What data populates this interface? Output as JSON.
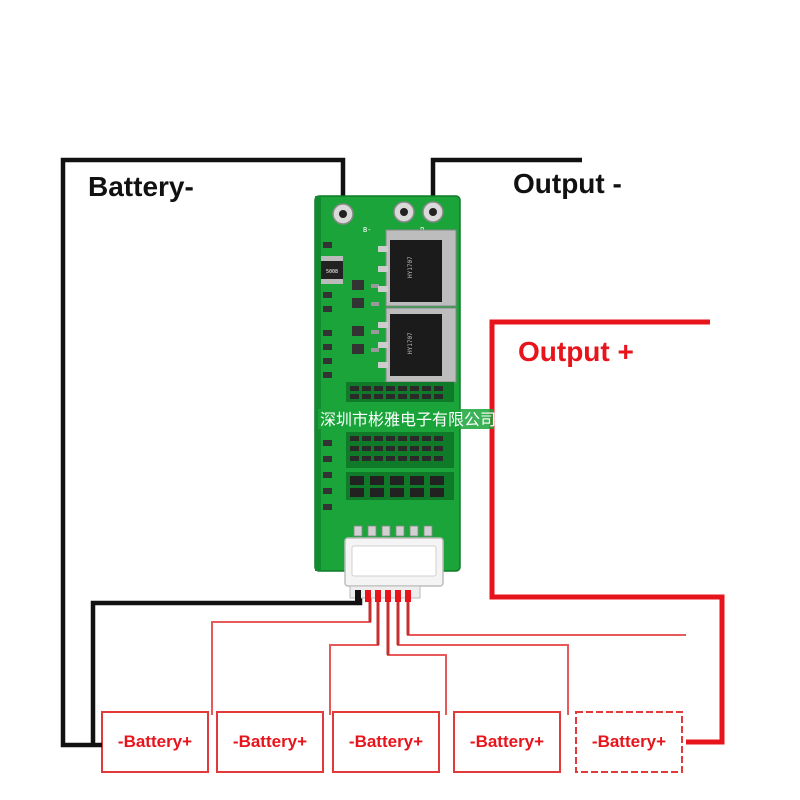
{
  "labels": {
    "battery_neg": "Battery-",
    "output_neg": "Output -",
    "output_pos": "Output +"
  },
  "board": {
    "watermark": "深圳市彬雅电子有限公司",
    "pad_b": "B-",
    "pad_p": "P-",
    "resistor_code": "5008",
    "mosfet_code": "HY1707",
    "pcb_color": "#1aa43a",
    "pcb_dark": "#0f7a28"
  },
  "batteries": [
    {
      "left_sign": "-",
      "name": "Battery",
      "right_sign": "+"
    },
    {
      "left_sign": "-",
      "name": "Battery",
      "right_sign": "+"
    },
    {
      "left_sign": "-",
      "name": "Battery",
      "right_sign": "+"
    },
    {
      "left_sign": "-",
      "name": "Battery",
      "right_sign": "+"
    },
    {
      "left_sign": "-",
      "name": "Battery",
      "right_sign": "+"
    }
  ],
  "colors": {
    "wire_black": "#111111",
    "wire_red": "#e8141c",
    "balance_red": "#e85a5a",
    "battery_border": "#e23a3a",
    "battery_text": "#e8141c"
  }
}
